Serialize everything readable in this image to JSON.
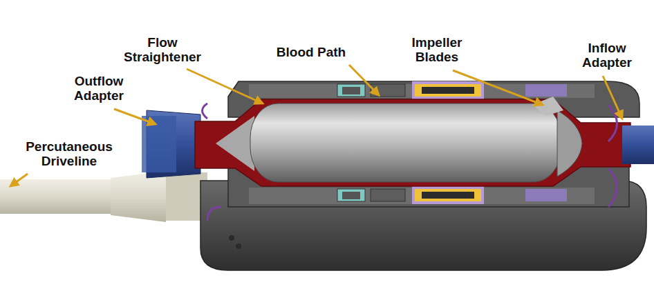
{
  "diagram": {
    "labels": [
      "Flow Straightener",
      "Blood Path",
      "Impeller Blades",
      "Inflow Adapter",
      "Outflow Adapter",
      "Percutaneous Driveline"
    ]
  }
}
